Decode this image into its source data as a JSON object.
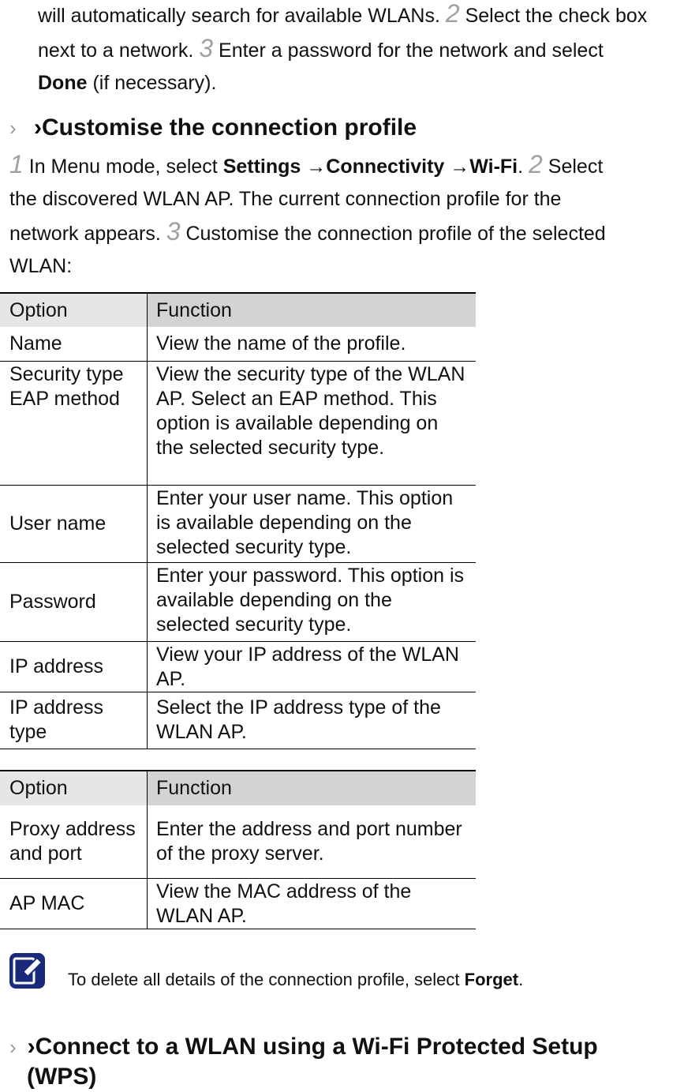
{
  "intro": {
    "line1_a": "will automatically search for available WLANs. ",
    "step2": "2",
    "line1_b": " Select the check box",
    "line2_a": "next to a network. ",
    "step3": "3",
    "line2_b": " Enter a password for the network and select",
    "line3_bold": "Done",
    "line3_rest": " (if necessary)."
  },
  "section1": {
    "chevron": "›",
    "chevron2": "›",
    "title": "Customise the connection profile",
    "step1": "1",
    "l1_a": " In Menu mode, select ",
    "l1_b1": "Settings",
    "l1_arrow1": " →",
    "l1_b2": "Connectivity",
    "l1_arrow2": " →",
    "l1_b3": "Wi-Fi",
    "l1_c": ". ",
    "step2": "2",
    "l1_d": " Select",
    "l2": "the discovered WLAN AP. The current connection profile for the",
    "l3_a": "network appears. ",
    "step3": "3",
    "l3_b": " Customise the connection profile of the selected",
    "l4": "WLAN:"
  },
  "table1": {
    "headers": [
      "Option",
      "Function"
    ],
    "rows": [
      {
        "option": "Name",
        "function": "View the name of the profile."
      },
      {
        "option": "Security type EAP method",
        "function": "View the security type of the WLAN AP. Select an EAP method. This option is available depending on the selected security type."
      },
      {
        "option": "User name",
        "function": "Enter your user name. This option is available depending on the selected security type."
      },
      {
        "option": "Password",
        "function": "Enter your password. This option is available depending on the selected security type."
      },
      {
        "option": "IP address",
        "function": "View your IP address of the WLAN AP."
      },
      {
        "option": "IP address type",
        "function": "Select the IP address type of the WLAN AP."
      }
    ]
  },
  "table2": {
    "headers": [
      "Option",
      "Function"
    ],
    "rows": [
      {
        "option": "Proxy address and port",
        "function": "Enter the address and port number of the proxy server."
      },
      {
        "option": "AP MAC",
        "function": "View the MAC address of the WLAN AP."
      }
    ]
  },
  "note": {
    "icon": "note-pencil-icon",
    "text_a": "To delete all details of the connection profile, select ",
    "text_bold": "Forget",
    "text_b": "."
  },
  "section2": {
    "chevron": "›",
    "chevron2": "›",
    "title_line1": "Connect to a WLAN using a Wi-Fi Protected Setup",
    "title_line2": "(WPS)"
  }
}
